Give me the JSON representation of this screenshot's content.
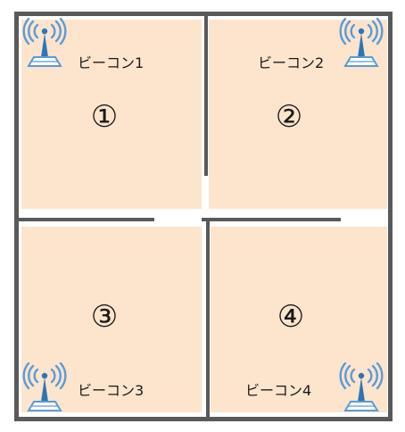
{
  "floor_plan": {
    "colors": {
      "room_fill": "#fce4cd",
      "wall": "#595959",
      "signal": "#5b9bd5",
      "tower": "#2e75b6",
      "base": "#ffffff"
    },
    "rooms": [
      {
        "number": "①",
        "beacon_label": "ビーコン1",
        "icon": "beacon-signal-icon"
      },
      {
        "number": "②",
        "beacon_label": "ビーコン2",
        "icon": "beacon-signal-icon"
      },
      {
        "number": "③",
        "beacon_label": "ビーコン3",
        "icon": "beacon-signal-icon"
      },
      {
        "number": "④",
        "beacon_label": "ビーコン4",
        "icon": "beacon-signal-icon"
      }
    ]
  }
}
